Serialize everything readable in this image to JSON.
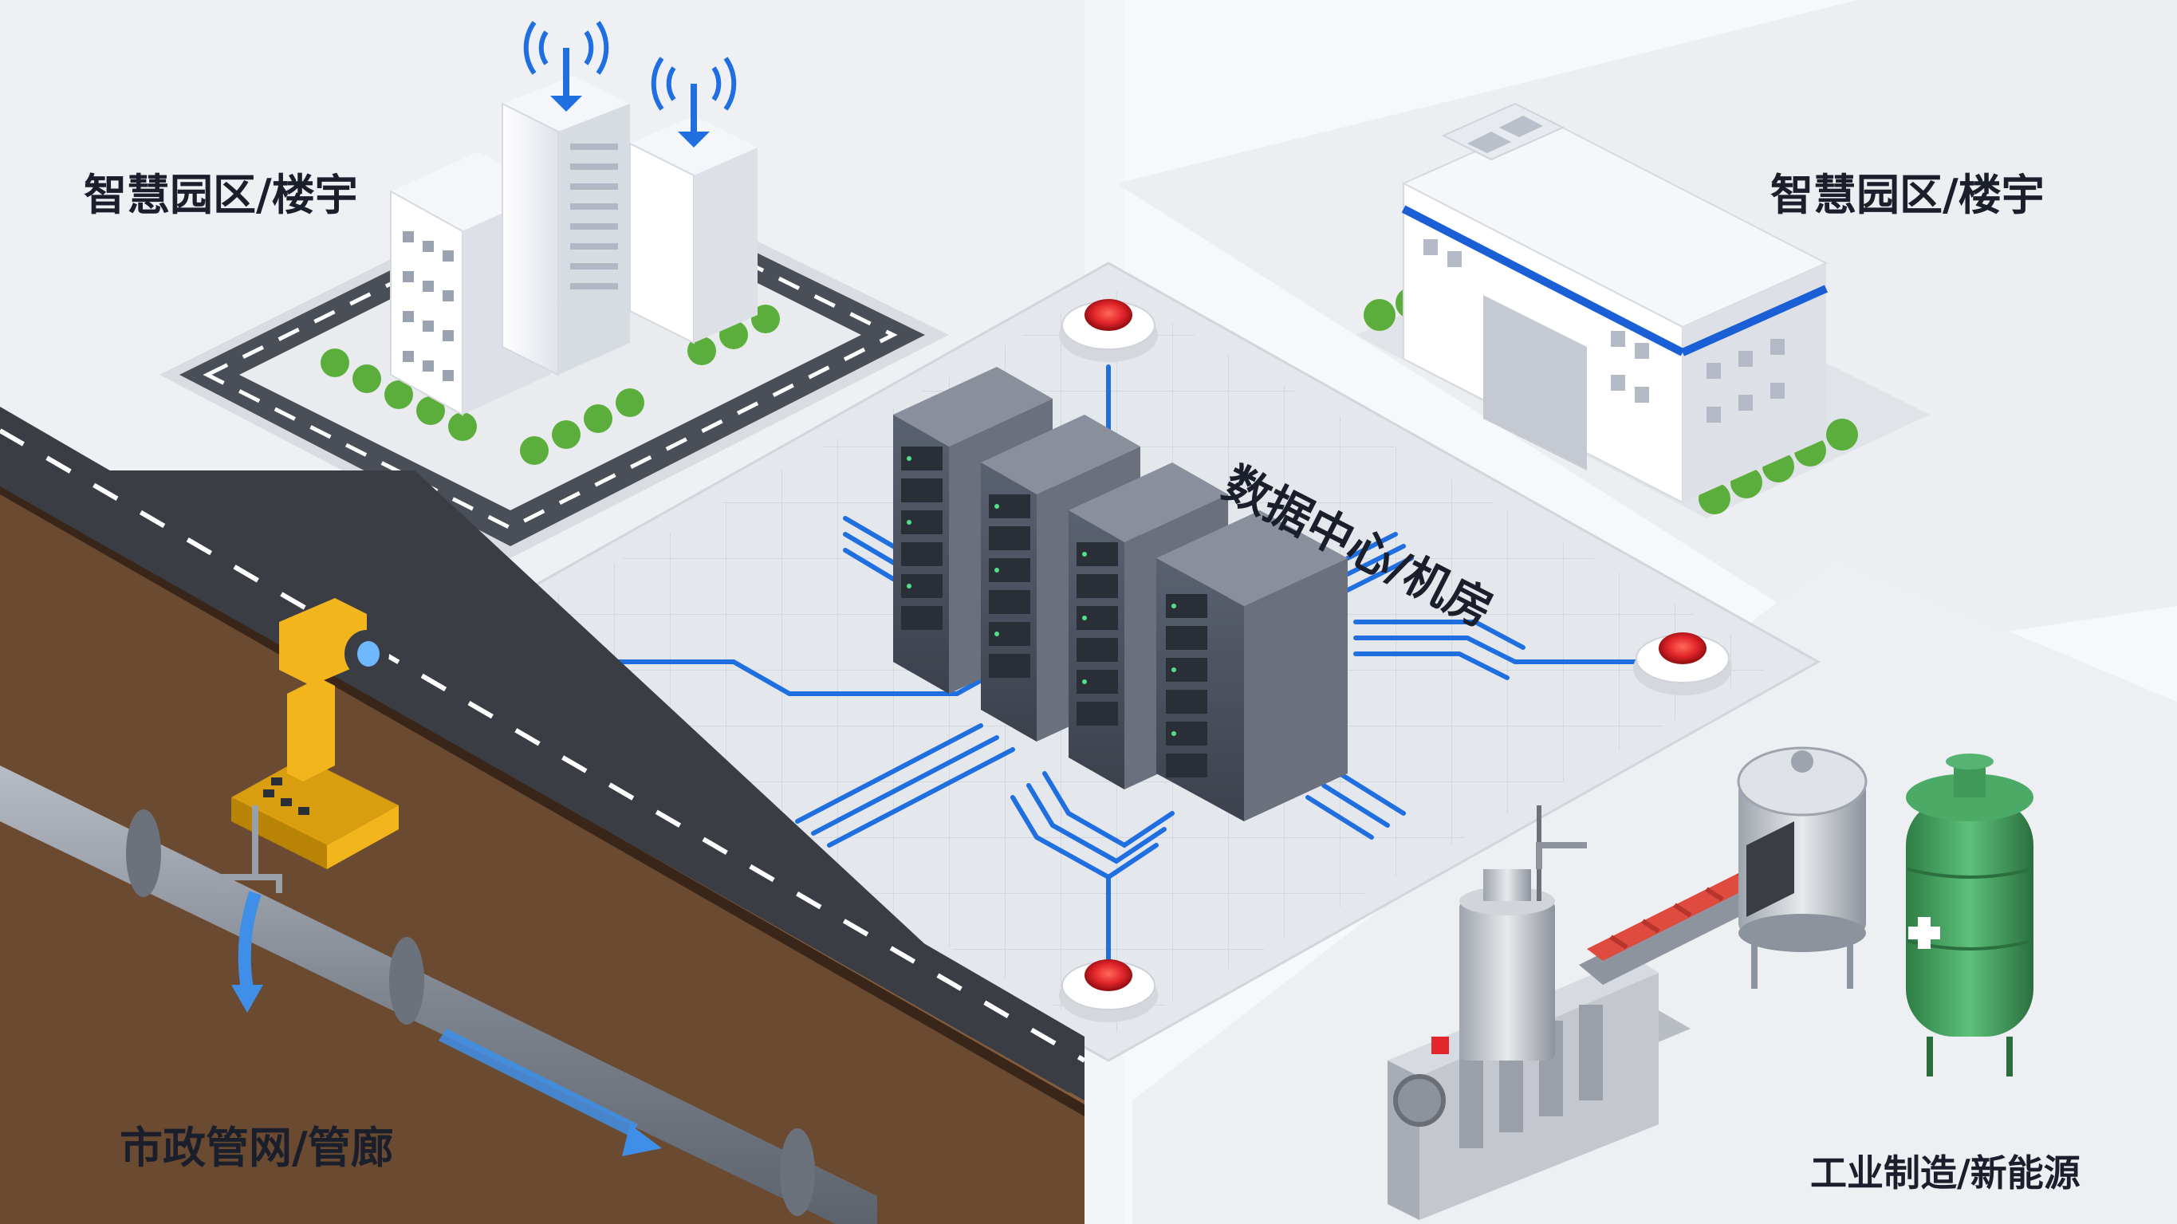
{
  "labels": {
    "smart_park_left": "智慧园区/楼宇",
    "smart_park_right": "智慧园区/楼宇",
    "data_center": "数据中心/机房",
    "municipal": "市政管网/管廊",
    "industrial": "工业制造/新能源"
  },
  "colors": {
    "background": "#f4f5f7",
    "platform": "#e6e8ec",
    "network_line": "#1f6fe0",
    "alarm_red": "#e3262b",
    "road": "#3a3d44",
    "soil": "#6b4a32",
    "tree_green": "#5cae3c",
    "building_accent": "#1b5fd6",
    "robot_yellow": "#f2b51c",
    "tank_green": "#3f9a5a"
  },
  "icons": [
    "wifi-antenna-icon",
    "alarm-sensor-icon",
    "server-rack-icon",
    "inspection-robot-icon",
    "pipe-icon",
    "storage-tank-icon",
    "medical-cross-icon"
  ]
}
